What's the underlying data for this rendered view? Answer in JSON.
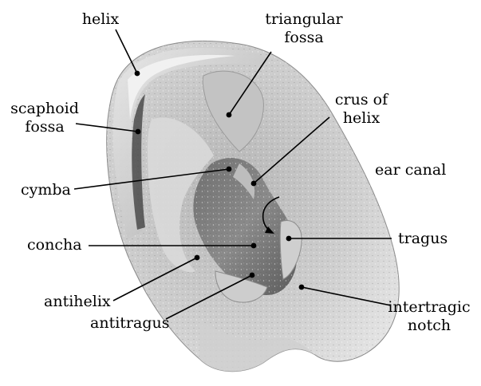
{
  "labels": {
    "helix": "helix",
    "triangular_fossa": "triangular\nfossa",
    "crus_of_helix": "crus of\nhelix",
    "scaphoid_fossa": "scaphoid\nfossa",
    "ear_canal": "ear canal",
    "cymba": "cymba",
    "tragus": "tragus",
    "concha": "concha",
    "antihelix": "antihelix",
    "intertragic_notch": "intertragic\nnotch",
    "antitragus": "antitragus"
  },
  "colors": {
    "leader_line": "#000000",
    "marker_dot": "#000000",
    "ear_light": "#e4e4e4",
    "ear_mid": "#a9a9a9",
    "ear_dark": "#4a4a4a"
  }
}
